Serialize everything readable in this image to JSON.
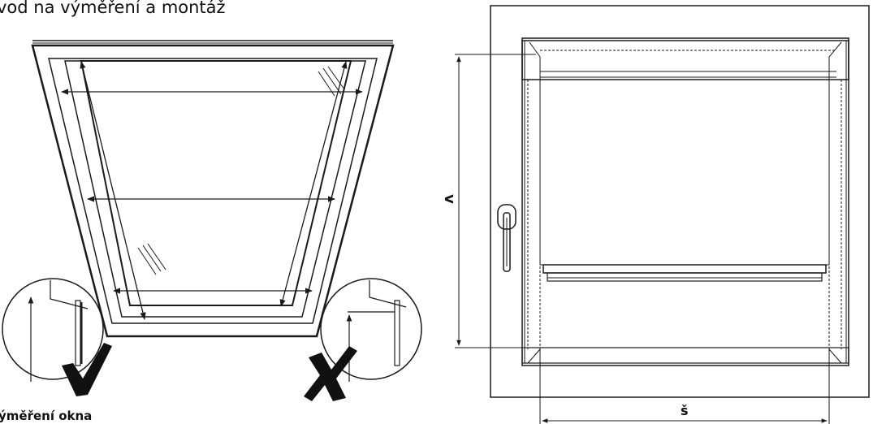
{
  "heading": "vod na výměření a montáž",
  "caption": "ýměření okna",
  "dimensions": {
    "height_label": "v",
    "width_label": "š"
  },
  "icons": {
    "correct": "check-mark-icon",
    "incorrect": "cross-mark-icon"
  },
  "colors": {
    "line": "#1a1a1a",
    "background": "#ffffff"
  }
}
